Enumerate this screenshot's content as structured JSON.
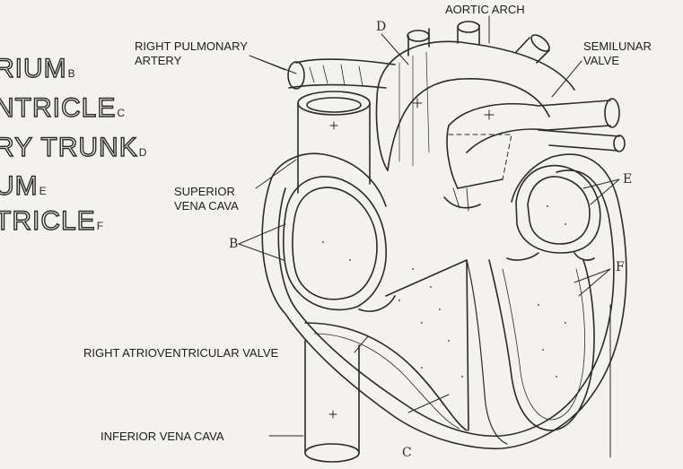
{
  "left_key": [
    {
      "text": "RIUM",
      "letter": "B"
    },
    {
      "text": "NTRICLE",
      "letter": "C"
    },
    {
      "text": "RY TRUNK",
      "letter": "D"
    },
    {
      "text": "UM",
      "letter": "E"
    },
    {
      "text": "TRICLE",
      "letter": "F"
    }
  ],
  "labels": {
    "aortic_arch": "AORTIC ARCH",
    "right_pulmonary_artery_line1": "RIGHT PULMONARY",
    "right_pulmonary_artery_line2": "ARTERY",
    "semilunar_valve_line1": "SEMILUNAR",
    "semilunar_valve_line2": "VALVE",
    "superior_vena_cava_line1": "SUPERIOR",
    "superior_vena_cava_line2": "VENA CAVA",
    "right_av_valve": "RIGHT ATRIOVENTRICULAR VALVE",
    "inferior_vena_cava": "INFERIOR VENA CAVA"
  },
  "letters": {
    "b": "B",
    "c": "C",
    "d": "D",
    "e": "E",
    "f": "F"
  },
  "colors": {
    "ink": "#2a2a2a",
    "paper": "#f4f2ee"
  }
}
